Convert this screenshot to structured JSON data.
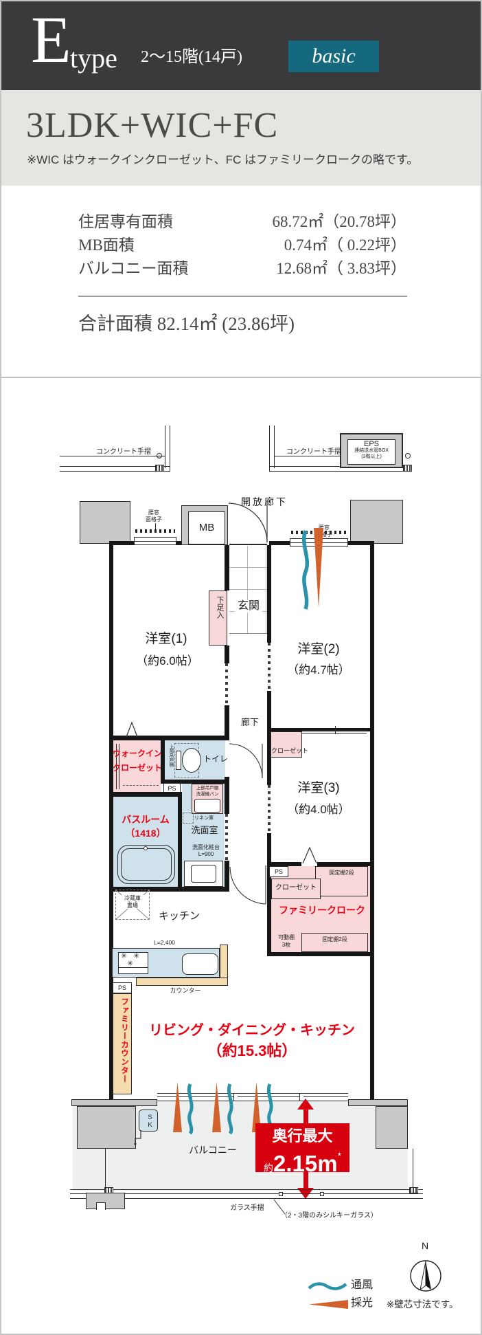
{
  "colors": {
    "accent_red": "#e60012",
    "badge_red": "#d7000f",
    "teal_wave": "#2b93a9",
    "orange_light": "#d2622b",
    "header_bg": "#3a393b",
    "badge_teal": "#15697f",
    "storage_pink": "#f8d8d8",
    "wet_blue": "#cfe2ec",
    "counter_tan": "#f5dcae",
    "pillar_gray": "#c9c9c9"
  },
  "header": {
    "letter": "E",
    "word": "type",
    "floors": "2〜15階(14戸)",
    "badge": "basic"
  },
  "title": {
    "name": "3LDK+WIC+FC",
    "note": "※WIC はウォークインクローゼット、FC はファミリークロークの略です。"
  },
  "areas": {
    "rows": [
      {
        "label": "住居専有面積",
        "value": "68.72㎡（20.78坪）"
      },
      {
        "label": "MB面積",
        "value": "0.74㎡（ 0.22坪）"
      },
      {
        "label": "バルコニー面積",
        "value": "12.68㎡（ 3.83坪）"
      }
    ],
    "total": "合計面積 82.14㎡ (23.86坪)"
  },
  "icons": {
    "burner": "✳"
  },
  "plan": {
    "open_corridor": "開放廊下",
    "handrail": "コンクリート手摺",
    "eps_line1": "EPS",
    "eps_line2": "連結送水管BOX",
    "eps_line3": "(3階以上)",
    "mb": "MB",
    "lattice_line1": "腰窓",
    "lattice_line2": "面格子",
    "entrance": "玄関",
    "shoe_cabinet": "下足入",
    "room1": "洋室(1)",
    "room1_size": "（約6.0帖）",
    "room2": "洋室(2)",
    "room2_size": "（約4.7帖）",
    "room3": "洋室(3)",
    "room3_size": "（約4.0帖）",
    "corridor": "廊下",
    "wic_line1": "ウォークイン",
    "wic_line2": "クローゼット",
    "toilet": "トイレ",
    "ps": "PS",
    "upper_cabinet": "上部吊戸棚",
    "washer_pan": "洗濯機パン",
    "linen": "リネン庫",
    "washroom": "洗面室",
    "vanity_line1": "洗面化粧台",
    "vanity_line2": "L=900",
    "bath_line1": "バスルーム",
    "bath_line2": "（1418）",
    "closet": "クローゼット",
    "fixed_shelf": "固定棚2段",
    "movable_shelf_line1": "可動棚",
    "movable_shelf_line2": "3枚",
    "family_closet": "ファミリークローク",
    "fridge_line1": "冷蔵庫",
    "fridge_line2": "置場",
    "kitchen": "キッチン",
    "kitchen_length": "L=2,400",
    "counter": "カウンター",
    "family_counter": "ファミリーカウンター",
    "ldk_line1": "リビング・ダイニング・キッチン",
    "ldk_line2": "（約15.3帖）",
    "sk": "SK",
    "balcony": "バルコニー",
    "depth_label": "奥行最大",
    "depth_about": "約",
    "depth_value": "2.15m",
    "depth_star": "*",
    "glass_rail": "ガラス手摺",
    "silky_note": "（2・3階のみシルキーガラス）",
    "legend_wind": "通風",
    "legend_light": "採光",
    "wall_note": "※壁芯寸法です。",
    "compass_n": "N"
  }
}
